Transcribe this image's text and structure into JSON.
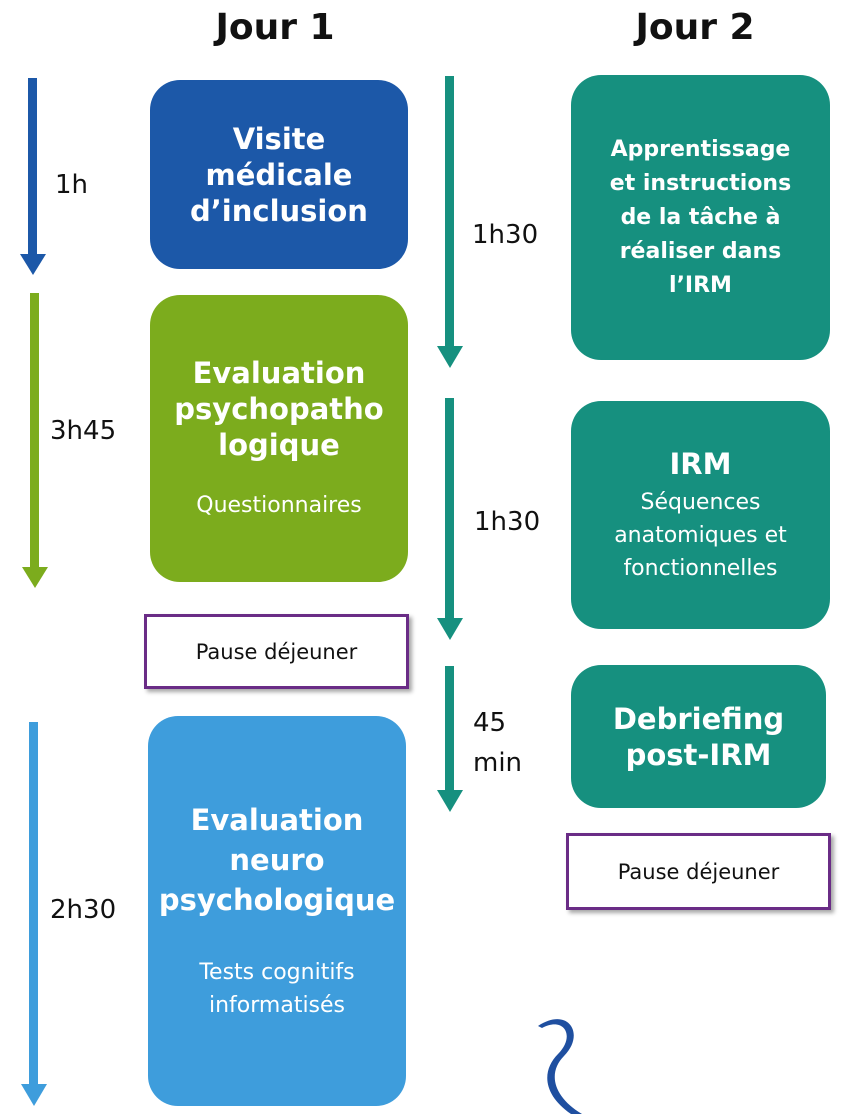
{
  "headers": {
    "day1": "Jour 1",
    "day2": "Jour 2"
  },
  "day1": {
    "steps": [
      {
        "duration": "1h",
        "title": "Visite\nmédicale\nd’inclusion",
        "subtitle": ""
      },
      {
        "duration": "3h45",
        "title": "Evaluation\npsychopatho\nlogique",
        "subtitle": "Questionnaires"
      },
      {
        "duration": "2h30",
        "title": "Evaluation\nneuro\npsychologique",
        "subtitle": "Tests cognitifs\ninformatisés"
      }
    ],
    "pause": "Pause déjeuner"
  },
  "day2": {
    "steps": [
      {
        "duration": "1h30",
        "title": "Apprentissage\net instructions\nde la tâche à\nréaliser dans\nl’IRM",
        "subtitle": ""
      },
      {
        "duration": "1h30",
        "title": "IRM",
        "subtitle": "Séquences\nanatomiques et\nfonctionnelles"
      },
      {
        "duration": "45\nmin",
        "title": "Debriefing\npost-IRM",
        "subtitle": ""
      }
    ],
    "pause": "Pause déjeuner"
  },
  "colors": {
    "dark_blue": "#1c58a8",
    "green": "#7cac1d",
    "light_blue": "#3e9ddc",
    "teal": "#16907f",
    "pause_border": "#6a2c86",
    "logo": "#1f4fa0"
  }
}
